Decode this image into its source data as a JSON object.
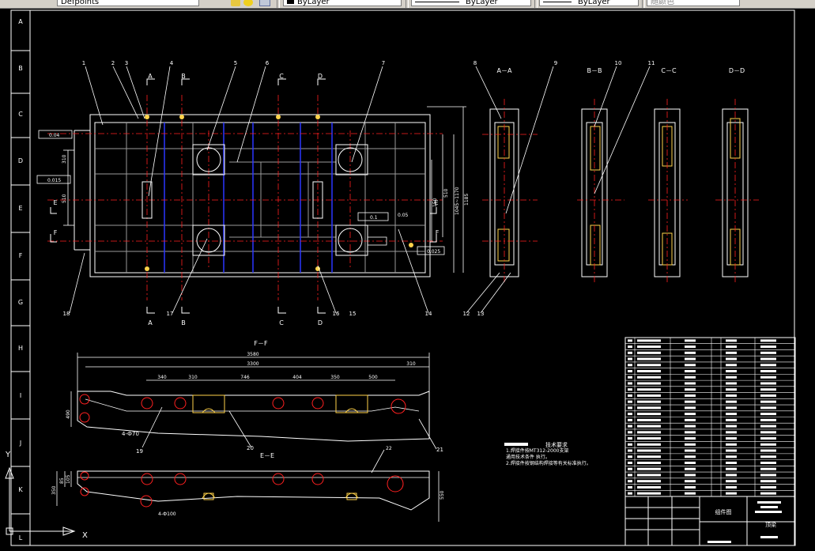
{
  "toolbar": {
    "named_style": "Defpoints",
    "color_control": "ByLayer",
    "linetype_control": "ByLayer",
    "lineweight_control": "ByLayer",
    "plotstyle_control": "随颜色"
  },
  "border": {
    "rows": [
      "A",
      "B",
      "C",
      "D",
      "E",
      "F",
      "G",
      "H",
      "I",
      "J",
      "K",
      "L"
    ]
  },
  "plan": {
    "balloons": [
      "1",
      "2",
      "3",
      "4",
      "5",
      "6",
      "7",
      "18",
      "17",
      "16",
      "15",
      "14"
    ],
    "section_marks": [
      "A",
      "B",
      "C",
      "D",
      "E",
      "F"
    ],
    "tolerances": [
      "0.04",
      "0.015",
      "0.05",
      "0.1",
      "0.025"
    ],
    "dims": [
      "310",
      "510",
      "150",
      "510",
      "1045~1170",
      "1185"
    ]
  },
  "sections": {
    "titles": [
      "A－A",
      "B－B",
      "C－C",
      "D－D"
    ],
    "balloons": [
      "8",
      "9",
      "10",
      "11",
      "12",
      "13"
    ]
  },
  "elevation_ff": {
    "title": "F－F",
    "dims_top": [
      "3580",
      "3300",
      "310"
    ],
    "dims_spacing": [
      "340",
      "310",
      "746",
      "404",
      "350",
      "500"
    ],
    "height": "490",
    "hole_note": "4-Ф70",
    "balloons": [
      "19",
      "20",
      "21"
    ]
  },
  "elevation_ee": {
    "title": "E－E",
    "hole_note": "4-Ф100",
    "dims": [
      "85",
      "105",
      "350",
      "550"
    ],
    "balloons": [
      "22"
    ]
  },
  "tech_notes": {
    "title": "技术要求",
    "lines": [
      "1.焊接件按MT312-2000支架",
      "通用技术条件 执行。",
      "2.焊接件按钢结构焊接等有关标准执行。"
    ]
  },
  "title_block": {
    "drawing_name": "组件图",
    "part_name": "顶梁"
  },
  "ucs": {
    "x_label": "X",
    "y_label": "Y"
  }
}
